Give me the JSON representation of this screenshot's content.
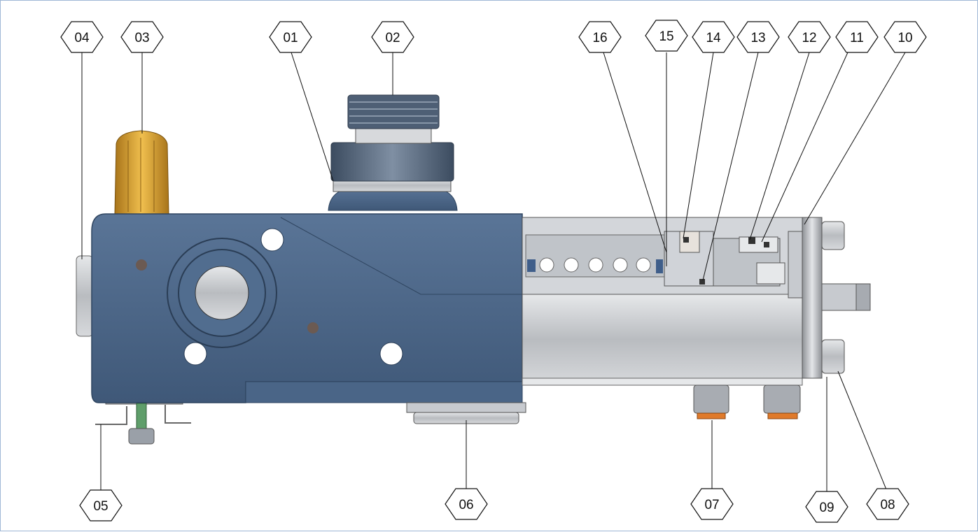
{
  "callouts": [
    {
      "id": "01",
      "label": "01"
    },
    {
      "id": "02",
      "label": "02"
    },
    {
      "id": "03",
      "label": "03"
    },
    {
      "id": "04",
      "label": "04"
    },
    {
      "id": "05",
      "label": "05"
    },
    {
      "id": "06",
      "label": "06"
    },
    {
      "id": "07",
      "label": "07"
    },
    {
      "id": "08",
      "label": "08"
    },
    {
      "id": "09",
      "label": "09"
    },
    {
      "id": "10",
      "label": "10"
    },
    {
      "id": "11",
      "label": "11"
    },
    {
      "id": "12",
      "label": "12"
    },
    {
      "id": "13",
      "label": "13"
    },
    {
      "id": "14",
      "label": "14"
    },
    {
      "id": "15",
      "label": "15"
    },
    {
      "id": "16",
      "label": "16"
    }
  ],
  "colors": {
    "body_blue": "#4a6587",
    "brass": "#d19a28",
    "steel": "#c9ccd0",
    "seal_orange": "#e07a2a",
    "frame_border": "#9fb7d6"
  }
}
